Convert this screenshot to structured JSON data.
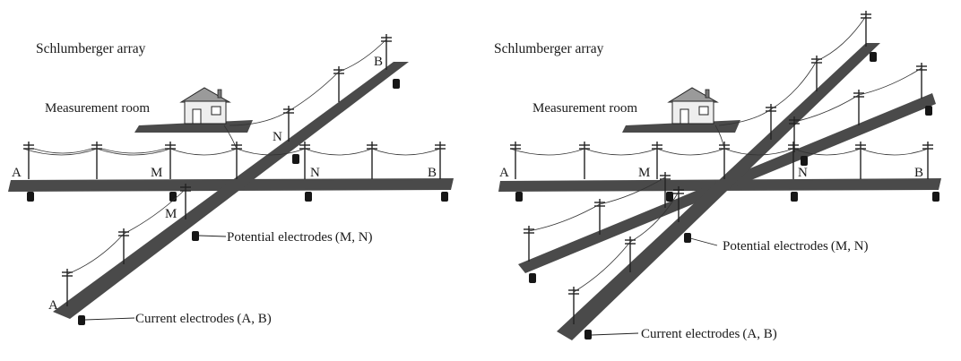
{
  "panels": [
    {
      "id": "left",
      "title": "Schlumberger array",
      "room_label": "Measurement room",
      "potential_label": "Potential electrodes (M, N)",
      "current_label": "Current electrodes (A, B)",
      "markers": [
        "A",
        "M",
        "N",
        "B",
        "A",
        "M",
        "N",
        "B"
      ]
    },
    {
      "id": "right",
      "title": "Schlumberger array",
      "room_label": "Measurement room",
      "potential_label": "Potential electrodes (M, N)",
      "current_label": "Current electrodes (A, B)",
      "markers": [
        "A",
        "M",
        "N",
        "B"
      ]
    }
  ]
}
